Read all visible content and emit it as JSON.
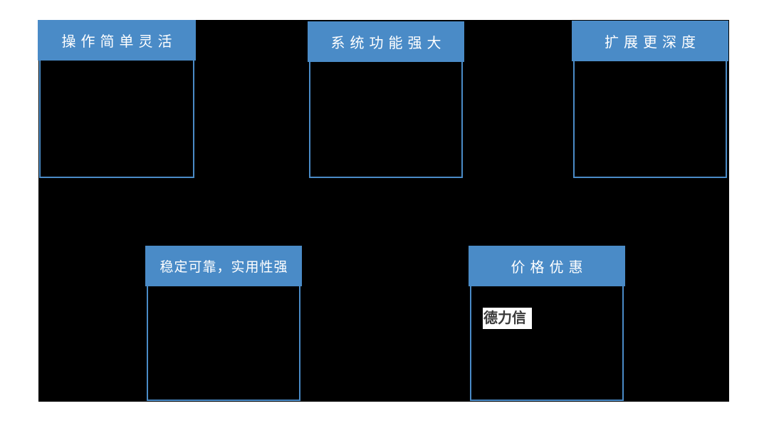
{
  "slide": {
    "background_color": "#ffffff",
    "panel_color": "#000000",
    "accent_color": "#4a8bc7",
    "title_text_color": "#ffffff"
  },
  "boxes": [
    {
      "title": "操作简单灵活"
    },
    {
      "title": "系统功能强大"
    },
    {
      "title": "扩展更深度"
    },
    {
      "title": "稳定可靠，实用性强"
    },
    {
      "title": "价格优惠",
      "brand_label": "德力信",
      "brand_label_color": "#3b3b3b"
    }
  ]
}
